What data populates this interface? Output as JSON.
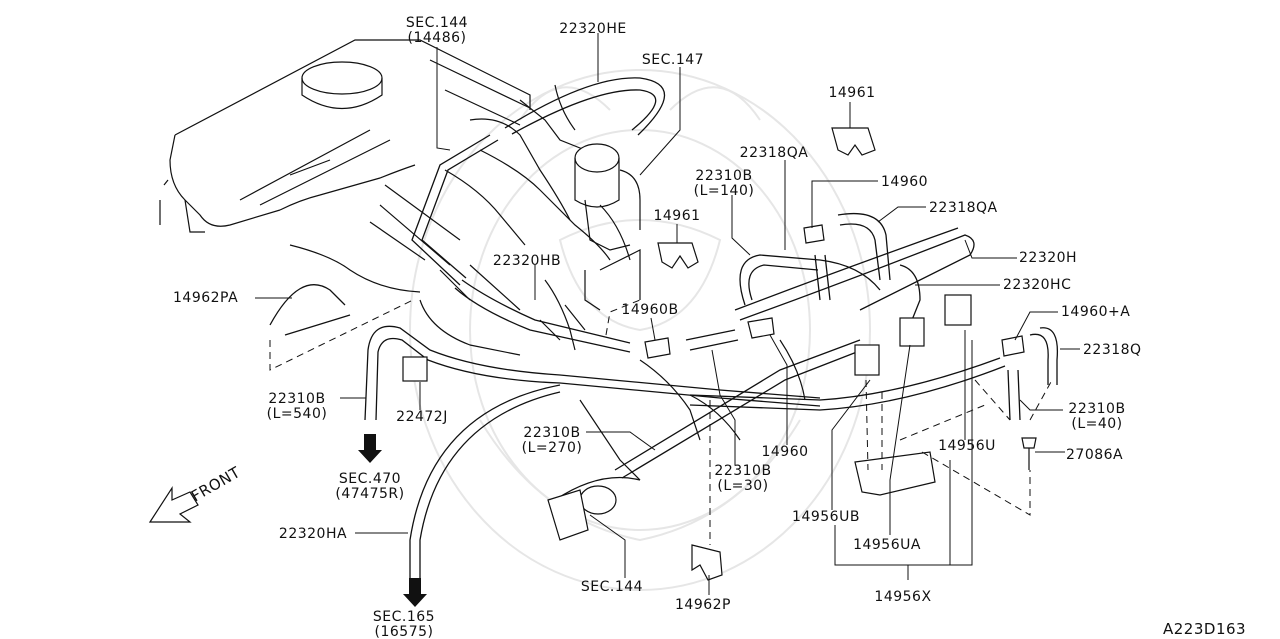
{
  "diagram_code": "A223D163",
  "front_label": "FRONT",
  "callouts": [
    {
      "id": "sec144-top",
      "lines": [
        "SEC.144",
        "(14486)"
      ]
    },
    {
      "id": "22320he",
      "lines": [
        "22320HE"
      ]
    },
    {
      "id": "sec147",
      "lines": [
        "SEC.147"
      ]
    },
    {
      "id": "14961-top",
      "lines": [
        "14961"
      ]
    },
    {
      "id": "22318qa-1",
      "lines": [
        "22318QA"
      ]
    },
    {
      "id": "22310b-140",
      "lines": [
        "22310B",
        "(L=140)"
      ]
    },
    {
      "id": "14960-top",
      "lines": [
        "14960"
      ]
    },
    {
      "id": "14961-mid",
      "lines": [
        "14961"
      ]
    },
    {
      "id": "22318qa-2",
      "lines": [
        "22318QA"
      ]
    },
    {
      "id": "22320h",
      "lines": [
        "22320H"
      ]
    },
    {
      "id": "22320hb",
      "lines": [
        "22320HB"
      ]
    },
    {
      "id": "22320hc",
      "lines": [
        "22320HC"
      ]
    },
    {
      "id": "14962pa",
      "lines": [
        "14962PA"
      ]
    },
    {
      "id": "14960b",
      "lines": [
        "14960B"
      ]
    },
    {
      "id": "14960a",
      "lines": [
        "14960+A"
      ]
    },
    {
      "id": "22318q",
      "lines": [
        "22318Q"
      ]
    },
    {
      "id": "22310b-540",
      "lines": [
        "22310B",
        "(L=540)"
      ]
    },
    {
      "id": "22472j",
      "lines": [
        "22472J"
      ]
    },
    {
      "id": "22310b-40",
      "lines": [
        "22310B",
        "(L=40)"
      ]
    },
    {
      "id": "22310b-270",
      "lines": [
        "22310B",
        "(L=270)"
      ]
    },
    {
      "id": "14960-bot",
      "lines": [
        "14960"
      ]
    },
    {
      "id": "14956u",
      "lines": [
        "14956U"
      ]
    },
    {
      "id": "27086a",
      "lines": [
        "27086A"
      ]
    },
    {
      "id": "sec470",
      "lines": [
        "SEC.470",
        "(47475R)"
      ]
    },
    {
      "id": "22310b-30",
      "lines": [
        "22310B",
        "(L=30)"
      ]
    },
    {
      "id": "14956ub",
      "lines": [
        "14956UB"
      ]
    },
    {
      "id": "22320ha",
      "lines": [
        "22320HA"
      ]
    },
    {
      "id": "14956ua",
      "lines": [
        "14956UA"
      ]
    },
    {
      "id": "sec144-bot",
      "lines": [
        "SEC.144"
      ]
    },
    {
      "id": "sec165",
      "lines": [
        "SEC.165",
        "(16575)"
      ]
    },
    {
      "id": "14962p",
      "lines": [
        "14962P"
      ]
    },
    {
      "id": "14956x",
      "lines": [
        "14956X"
      ]
    }
  ]
}
